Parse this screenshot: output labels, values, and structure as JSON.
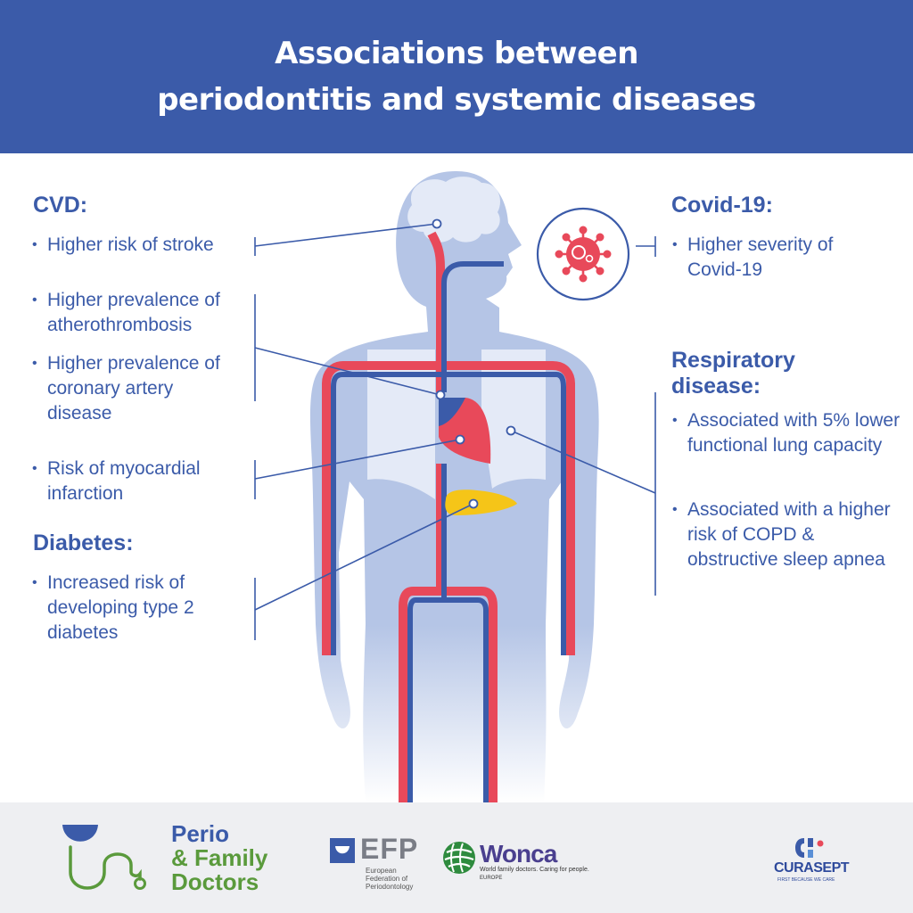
{
  "header": {
    "title_line1": "Associations between",
    "title_line2": "periodontitis and systemic diseases",
    "background": "#3b5ba9"
  },
  "left": {
    "cvd": {
      "heading": "CVD:",
      "items": [
        "Higher risk of stroke",
        "Higher prevalence of atherothrombosis",
        "Higher prevalence of coronary artery disease",
        "Risk of myocardial infarction"
      ]
    },
    "diabetes": {
      "heading": "Diabetes:",
      "items": [
        "Increased risk of developing type 2 diabetes"
      ]
    }
  },
  "right": {
    "covid": {
      "heading": "Covid-19:",
      "items": [
        "Higher severity of Covid-19"
      ]
    },
    "respiratory": {
      "heading": "Respiratory disease:",
      "items": [
        "Associated with 5% lower functional lung capacity",
        "Associated with a higher risk of COPD & obstructive sleep apnea"
      ]
    }
  },
  "colors": {
    "text": "#3b5ba9",
    "artery": "#e8495a",
    "vein": "#3b5ba9",
    "body": "#b5c5e6",
    "organ": "#e4eaf7",
    "liver": "#f5c518"
  },
  "icons": {
    "virus": "virus-icon"
  },
  "footer": {
    "perio_line1": "Perio",
    "perio_line2": "& Family",
    "perio_line3": "Doctors",
    "efp_name": "EFP",
    "efp_sub_line1": "European",
    "efp_sub_line2": "Federation of",
    "efp_sub_line3": "Periodontology",
    "wonca_name": "Wonca",
    "wonca_tagline": "World family doctors. Caring for people.",
    "wonca_region": "EUROPE",
    "curasept_name": "CURASEPT",
    "curasept_tagline": "FIRST BECAUSE WE CARE"
  }
}
